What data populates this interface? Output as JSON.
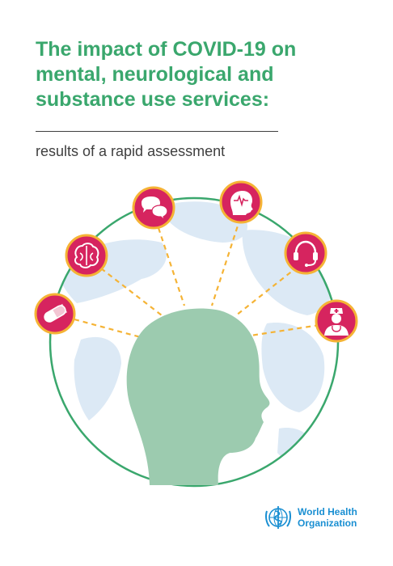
{
  "cover": {
    "title_lines": [
      "The impact of COVID-19 on",
      "mental, neurological and",
      "substance use services:"
    ],
    "subtitle": "results of a rapid assessment"
  },
  "logo": {
    "name_line1": "World Health",
    "name_line2": "Organization",
    "icon": "who-emblem-icon"
  },
  "icons": [
    "pill-icon",
    "brain-icon",
    "speech-bubbles-icon",
    "head-pulse-icon",
    "headset-icon",
    "nurse-icon"
  ],
  "colors": {
    "title_green": "#3aa76d",
    "icon_magenta": "#d6245f",
    "icon_ring": "#f5b335",
    "globe_outline": "#3aa76d",
    "land": "#dce9f5",
    "head": "#9ccbaf",
    "logo_blue": "#1a8fd2"
  }
}
